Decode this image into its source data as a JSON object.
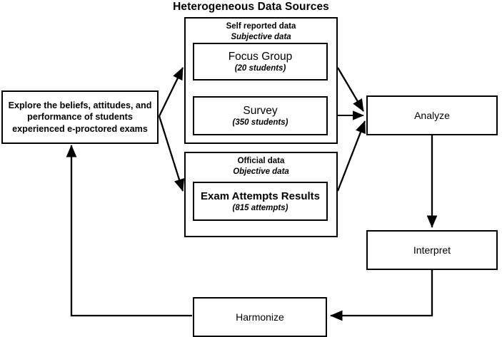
{
  "diagram": {
    "title": "Heterogeneous Data Sources",
    "goal_box": {
      "label": "Explore the beliefs, attitudes, and performance of students experienced e-proctored exams"
    },
    "sources": [
      {
        "group_title": "Self reported data",
        "group_subtitle": "Subjective data",
        "items": [
          {
            "name": "Focus Group",
            "detail": "(20 students)"
          },
          {
            "name": "Survey",
            "detail": "(350 students)"
          }
        ]
      },
      {
        "group_title": "Official data",
        "group_subtitle": "Objective data",
        "items": [
          {
            "name": "Exam Attempts Results",
            "detail": "(815 attempts)"
          }
        ]
      }
    ],
    "process": [
      {
        "label": "Analyze"
      },
      {
        "label": "Interpret"
      },
      {
        "label": "Harmonize"
      }
    ],
    "colors": {
      "stroke": "#000000",
      "fill": "#ffffff",
      "background": "#ffffff"
    }
  }
}
